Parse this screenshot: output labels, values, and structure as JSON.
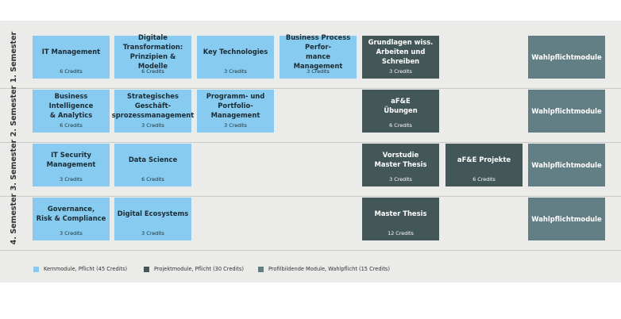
{
  "semesters": [
    {
      "label": "1. Semester"
    },
    {
      "label": "2. Semester"
    },
    {
      "label": "3. Semester"
    },
    {
      "label": "4. Semester"
    }
  ],
  "modules": [
    {
      "sem": 0,
      "col": 0,
      "kind": "kern",
      "title": "IT Management",
      "credits": "6 Credits"
    },
    {
      "sem": 0,
      "col": 1,
      "kind": "kern",
      "title": "Digitale Transformation:\nPrinzipien & Modelle",
      "credits": "6 Credits"
    },
    {
      "sem": 0,
      "col": 2,
      "kind": "kern",
      "title": "Key Technologies",
      "credits": "3 Credits"
    },
    {
      "sem": 0,
      "col": 3,
      "kind": "kern",
      "title": "Business Process Perfor-\nmance Management",
      "credits": "3 Credits"
    },
    {
      "sem": 0,
      "col": 4,
      "kind": "projekt",
      "title": "Grundlagen wiss.\nArbeiten und Schreiben",
      "credits": "3 Credits"
    },
    {
      "sem": 0,
      "col": 6,
      "kind": "wahl",
      "title": "Wahlpflichtmodule",
      "credits": ""
    },
    {
      "sem": 1,
      "col": 0,
      "kind": "kern",
      "title": "Business Intelligence\n& Analytics",
      "credits": "6 Credits"
    },
    {
      "sem": 1,
      "col": 1,
      "kind": "kern",
      "title": "Strategisches Geschäft-\nsprozessmanagement",
      "credits": "3 Credits"
    },
    {
      "sem": 1,
      "col": 2,
      "kind": "kern",
      "title": "Programm- und\nPortfolio-Management",
      "credits": "3 Credits"
    },
    {
      "sem": 1,
      "col": 4,
      "kind": "projekt",
      "title": "aF&E\nÜbungen",
      "credits": "6 Credits"
    },
    {
      "sem": 1,
      "col": 6,
      "kind": "wahl",
      "title": "Wahlpflichtmodule",
      "credits": ""
    },
    {
      "sem": 2,
      "col": 0,
      "kind": "kern",
      "title": "IT Security\nManagement",
      "credits": "3 Credits"
    },
    {
      "sem": 2,
      "col": 1,
      "kind": "kern",
      "title": "Data Science",
      "credits": "6 Credits"
    },
    {
      "sem": 2,
      "col": 4,
      "kind": "projekt",
      "title": "Vorstudie\nMaster Thesis",
      "credits": "3 Credits"
    },
    {
      "sem": 2,
      "col": 5,
      "kind": "projekt",
      "title": "aF&E Projekte",
      "credits": "6 Credits"
    },
    {
      "sem": 2,
      "col": 6,
      "kind": "wahl",
      "title": "Wahlpflichtmodule",
      "credits": ""
    },
    {
      "sem": 3,
      "col": 0,
      "kind": "kern",
      "title": "Governance,\nRisk & Compliance",
      "credits": "3 Credits"
    },
    {
      "sem": 3,
      "col": 1,
      "kind": "kern",
      "title": "Digital Ecosystems",
      "credits": "3 Credits"
    },
    {
      "sem": 3,
      "col": 4,
      "kind": "projekt",
      "title": "Master Thesis",
      "credits": "12 Credits"
    },
    {
      "sem": 3,
      "col": 6,
      "kind": "wahl",
      "title": "Wahlpflichtmodule",
      "credits": ""
    }
  ],
  "legend": [
    {
      "kind": "kern",
      "color": "#87ccf0",
      "label": "Kernmodule, Pflicht (45 Credits)"
    },
    {
      "kind": "projekt",
      "color": "#435658",
      "label": "Projektmodule, Pflicht (30 Credits)"
    },
    {
      "kind": "wahl",
      "color": "#637f86",
      "label": "Profilbildende Module, Wahlpflicht (15 Credits)"
    }
  ]
}
